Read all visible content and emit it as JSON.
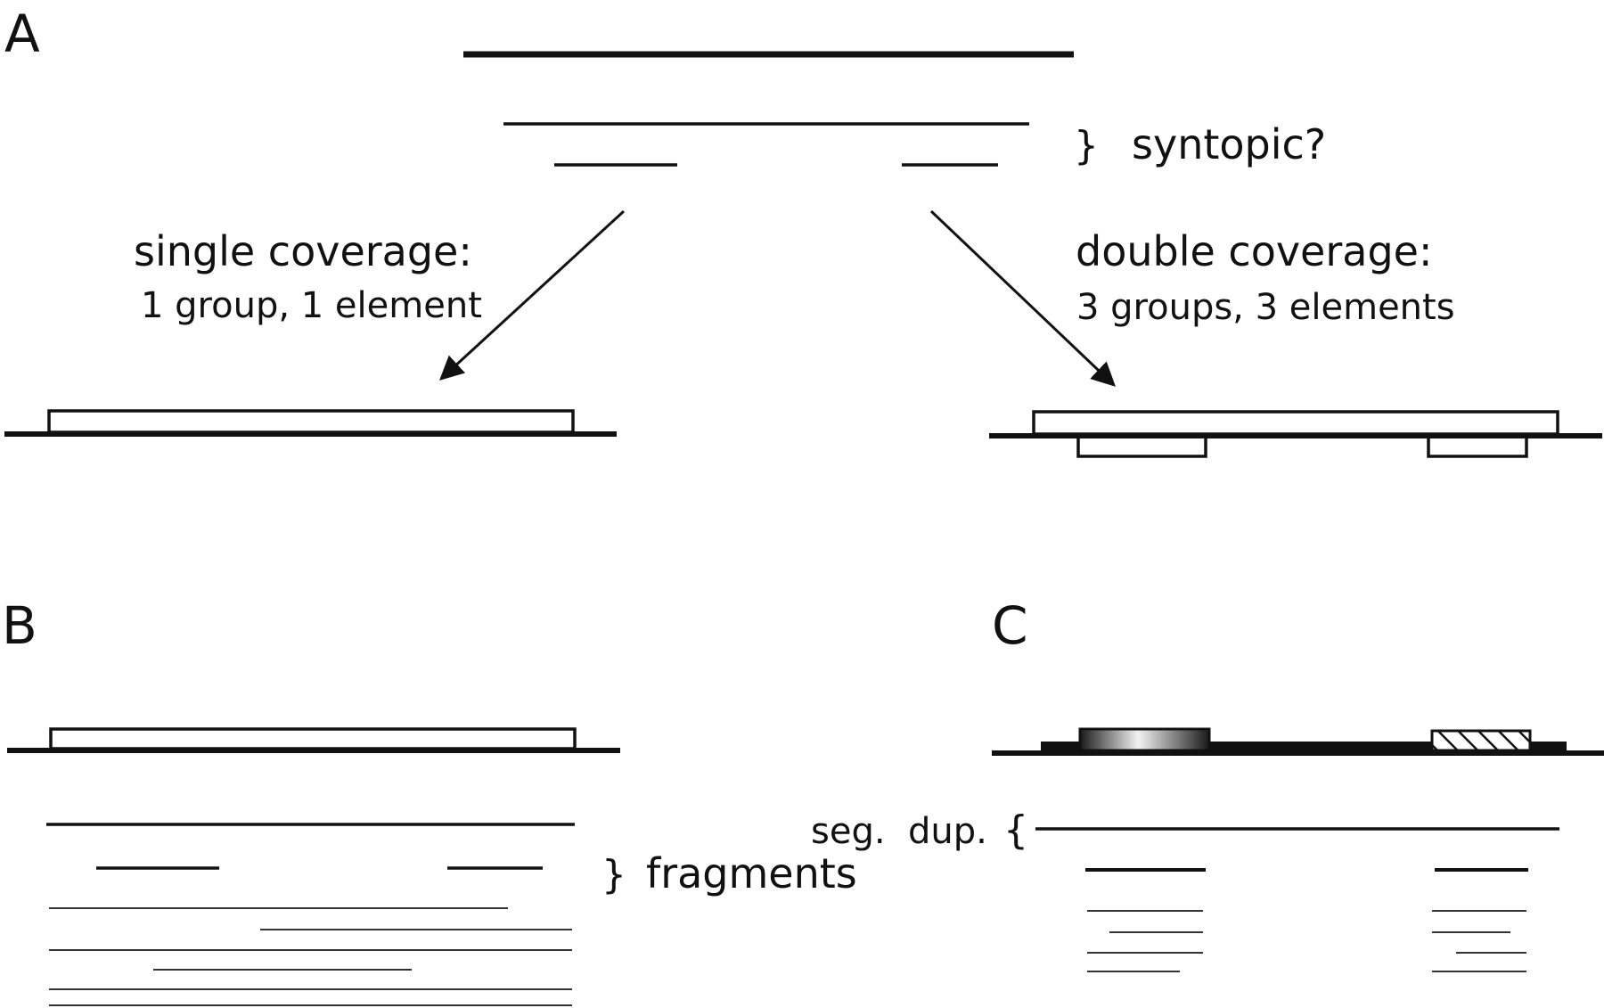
{
  "panels": {
    "a": "A",
    "b": "B",
    "c": "C"
  },
  "labels": {
    "syntopic": "syntopic?",
    "single_title": "single coverage:",
    "single_sub": "1 group, 1 element",
    "double_title": "double coverage:",
    "double_sub": "3 groups, 3 elements",
    "fragments": "fragments",
    "seg_dup": "seg.  dup."
  },
  "brackets": {
    "close": "}",
    "open": "{"
  },
  "colors": {
    "ink": "#111111",
    "background": "#ffffff"
  }
}
